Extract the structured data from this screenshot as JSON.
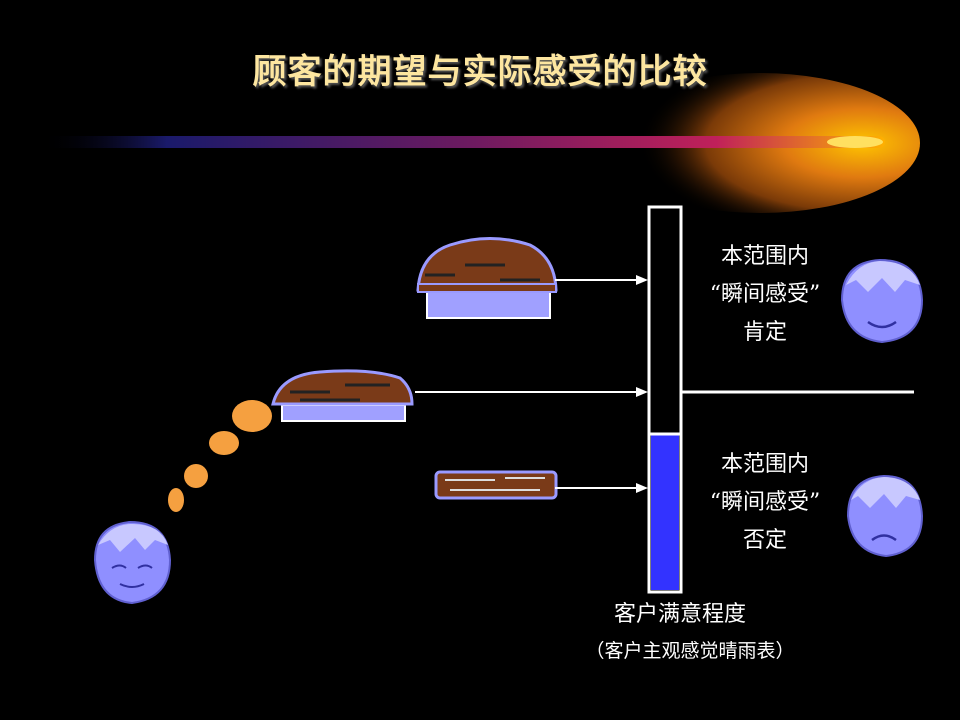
{
  "title": "顾客的期望与实际感受的比较",
  "upper_block": {
    "line1": "本范围内",
    "line2": "“瞬间感受”",
    "line3": "肯定"
  },
  "lower_block": {
    "line1": "本范围内",
    "line2": "“瞬间感受”",
    "line3": "否定"
  },
  "bar_caption": {
    "line1": "客户满意程度",
    "line2": "（客户主观感觉晴雨表）"
  },
  "colors": {
    "bar_fill": "#3333ff",
    "face": "#8f8fff",
    "bubble": "#f5a040",
    "title": "#fde6a0"
  },
  "bar_fill_fraction": 0.41
}
